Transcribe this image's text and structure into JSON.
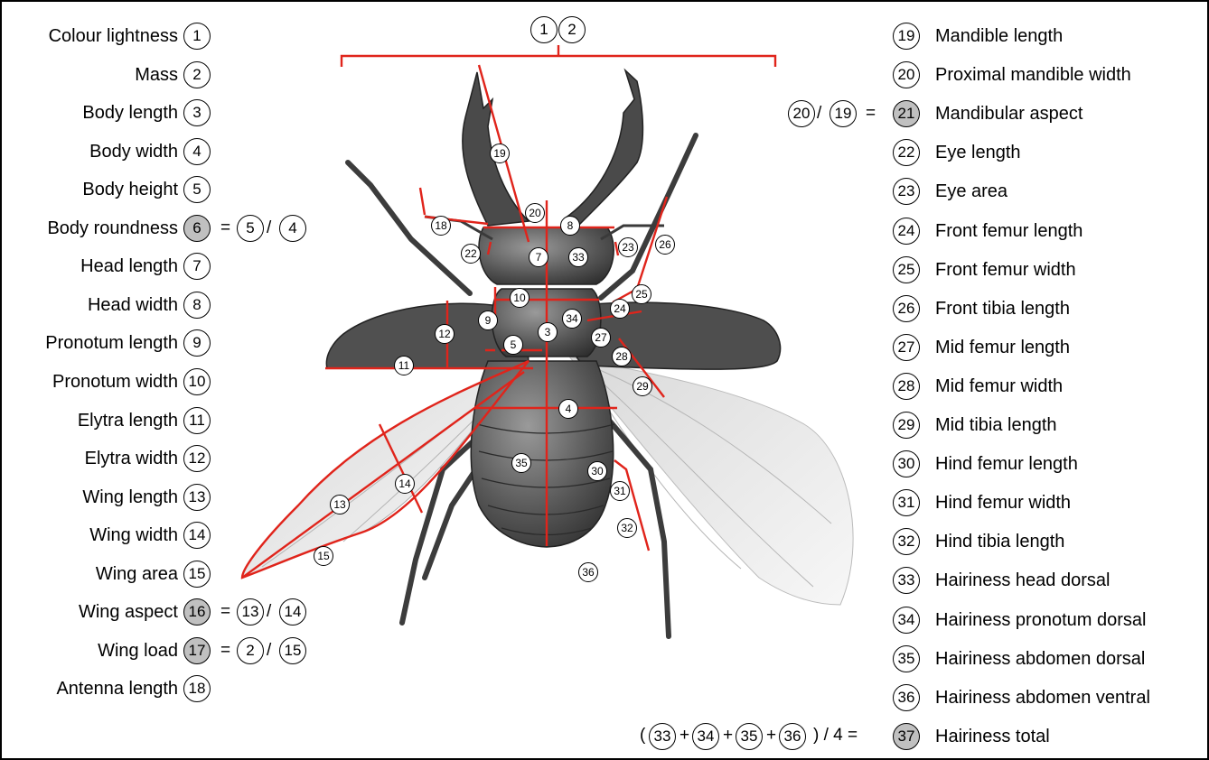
{
  "colors": {
    "accent_red": "#e0241b",
    "derived_fill": "#c0c0c0",
    "beetle_dark": "#4a4a4a"
  },
  "left_traits": [
    {
      "num": "1",
      "label": "Colour lightness"
    },
    {
      "num": "2",
      "label": "Mass"
    },
    {
      "num": "3",
      "label": "Body length"
    },
    {
      "num": "4",
      "label": "Body width"
    },
    {
      "num": "5",
      "label": "Body height"
    },
    {
      "num": "6",
      "label": "Body roundness",
      "derived": true,
      "formula": [
        "5",
        "4"
      ]
    },
    {
      "num": "7",
      "label": "Head length"
    },
    {
      "num": "8",
      "label": "Head width"
    },
    {
      "num": "9",
      "label": "Pronotum length"
    },
    {
      "num": "10",
      "label": "Pronotum width"
    },
    {
      "num": "11",
      "label": "Elytra length"
    },
    {
      "num": "12",
      "label": "Elytra width"
    },
    {
      "num": "13",
      "label": "Wing length"
    },
    {
      "num": "14",
      "label": "Wing width"
    },
    {
      "num": "15",
      "label": "Wing area"
    },
    {
      "num": "16",
      "label": "Wing aspect",
      "derived": true,
      "formula": [
        "13",
        "14"
      ]
    },
    {
      "num": "17",
      "label": "Wing load",
      "derived": true,
      "formula": [
        "2",
        "15"
      ]
    },
    {
      "num": "18",
      "label": "Antenna length"
    }
  ],
  "right_traits": [
    {
      "num": "19",
      "label": "Mandible length"
    },
    {
      "num": "20",
      "label": "Proximal mandible width"
    },
    {
      "num": "21",
      "label": "Mandibular aspect",
      "derived": true,
      "formula": [
        "20",
        "19"
      ]
    },
    {
      "num": "22",
      "label": "Eye length"
    },
    {
      "num": "23",
      "label": "Eye area"
    },
    {
      "num": "24",
      "label": "Front femur length"
    },
    {
      "num": "25",
      "label": "Front femur width"
    },
    {
      "num": "26",
      "label": "Front tibia length"
    },
    {
      "num": "27",
      "label": "Mid femur length"
    },
    {
      "num": "28",
      "label": "Mid femur width"
    },
    {
      "num": "29",
      "label": "Mid tibia length"
    },
    {
      "num": "30",
      "label": "Hind femur length"
    },
    {
      "num": "31",
      "label": "Hind femur width"
    },
    {
      "num": "32",
      "label": "Hind tibia length"
    },
    {
      "num": "33",
      "label": "Hairiness head dorsal"
    },
    {
      "num": "34",
      "label": "Hairiness pronotum dorsal"
    },
    {
      "num": "35",
      "label": "Hairiness abdomen dorsal"
    },
    {
      "num": "36",
      "label": "Hairiness abdomen ventral"
    },
    {
      "num": "37",
      "label": "Hairiness total",
      "derived": true
    }
  ],
  "symbols": {
    "equals": "=",
    "slash": "/",
    "plus": "+",
    "open_paren": "(",
    "close_paren": ")",
    "divide_by_four": ") / 4 ="
  },
  "hairiness_total_terms": [
    "33",
    "34",
    "35",
    "36"
  ],
  "top_bracket_labels": [
    "1",
    "2"
  ],
  "beetle_markers": [
    "19",
    "20",
    "8",
    "18",
    "22",
    "7",
    "33",
    "23",
    "26",
    "10",
    "25",
    "24",
    "12",
    "9",
    "3",
    "34",
    "27",
    "28",
    "5",
    "11",
    "29",
    "4",
    "35",
    "14",
    "30",
    "31",
    "13",
    "32",
    "15",
    "36"
  ]
}
